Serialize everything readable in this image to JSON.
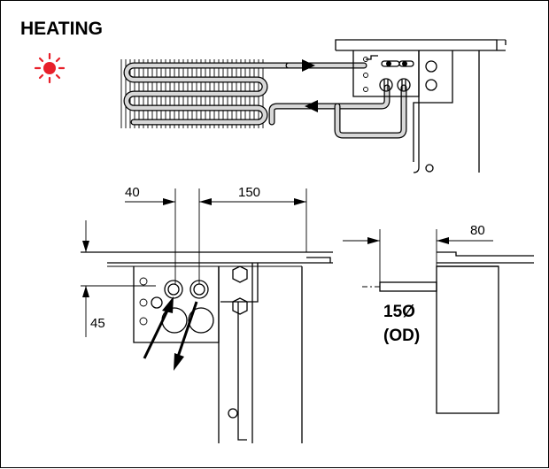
{
  "title": "HEATING",
  "colors": {
    "heat_symbol": "#e8202a",
    "line": "#000000",
    "pipe_fill": "#d8d8d8"
  },
  "icons": {
    "heat": "sun-burst-icon"
  },
  "dimensions": {
    "left_offset": "40",
    "pipe_spacing": "150",
    "height": "45",
    "depth": "80"
  },
  "pipe_label": {
    "size": "15Ø",
    "type": "(OD)"
  }
}
